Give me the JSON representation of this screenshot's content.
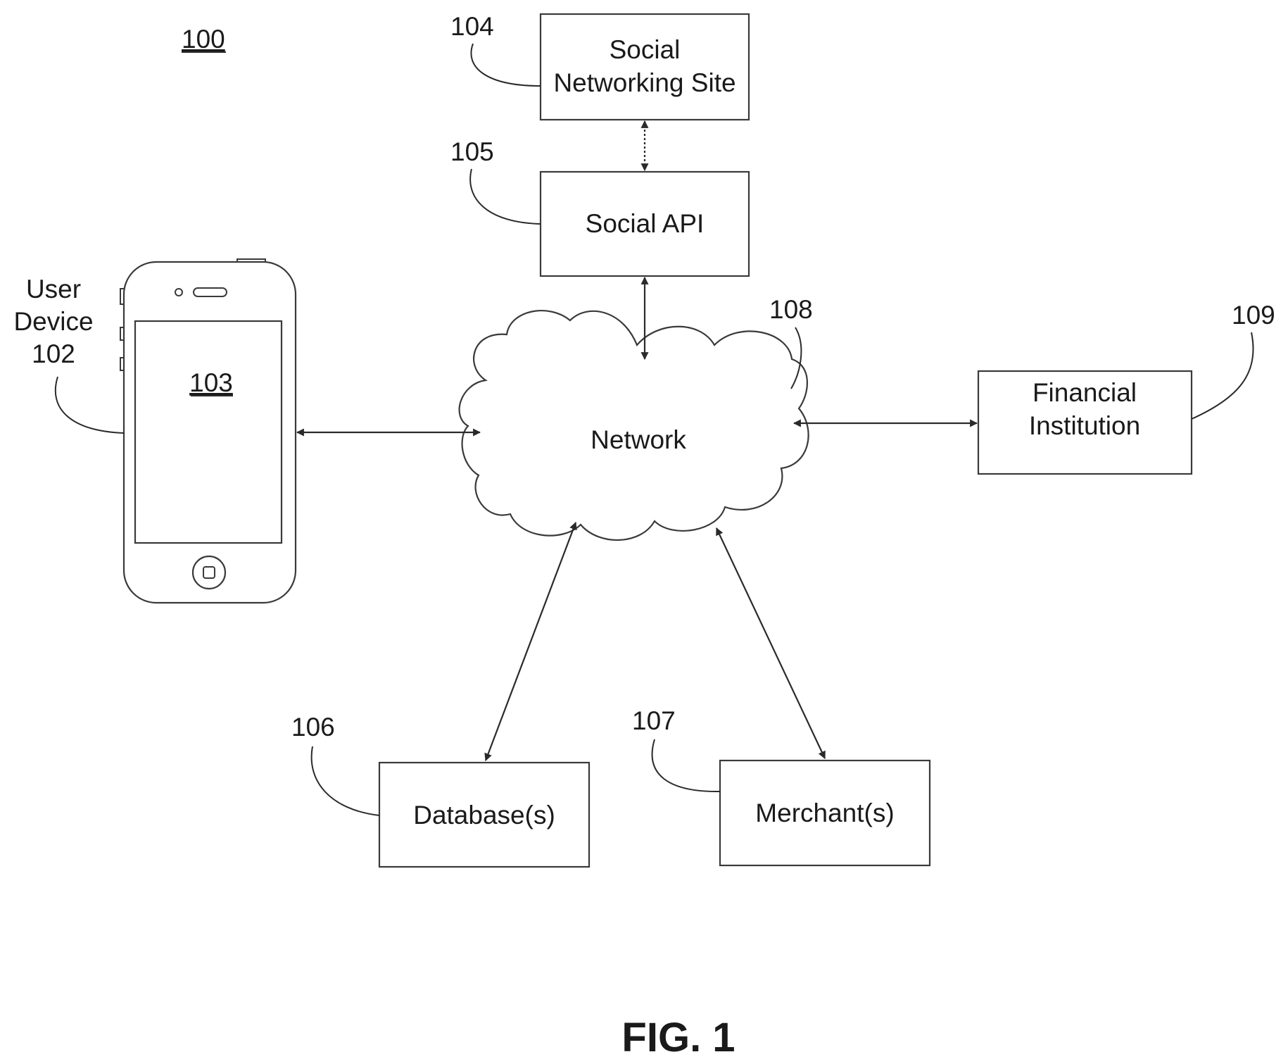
{
  "figure": {
    "system_ref": "100",
    "caption": "FIG. 1"
  },
  "nodes": {
    "social_networking_site": {
      "ref": "104",
      "lines": [
        "Social",
        "Networking Site"
      ]
    },
    "social_api": {
      "ref": "105",
      "lines": [
        "Social API"
      ]
    },
    "network": {
      "ref": "108",
      "lines": [
        "Network"
      ]
    },
    "financial_institution": {
      "ref": "109",
      "lines": [
        "Financial",
        "Institution"
      ]
    },
    "user_device": {
      "lines": [
        "User",
        "Device",
        "102"
      ],
      "screen_ref": "103"
    },
    "databases": {
      "ref": "106",
      "lines": [
        "Database(s)"
      ]
    },
    "merchants": {
      "ref": "107",
      "lines": [
        "Merchant(s)"
      ]
    }
  },
  "connections": [
    {
      "from": "social_networking_site",
      "to": "social_api",
      "bidirectional": true,
      "style": "dotted"
    },
    {
      "from": "social_api",
      "to": "network",
      "bidirectional": true
    },
    {
      "from": "user_device",
      "to": "network",
      "bidirectional": true
    },
    {
      "from": "network",
      "to": "financial_institution",
      "bidirectional": true
    },
    {
      "from": "network",
      "to": "databases",
      "bidirectional": true
    },
    {
      "from": "network",
      "to": "merchants",
      "bidirectional": true
    }
  ],
  "colors": {
    "ink": "#1a1a1a",
    "stroke": "#3a3a3a",
    "background": "#ffffff"
  }
}
